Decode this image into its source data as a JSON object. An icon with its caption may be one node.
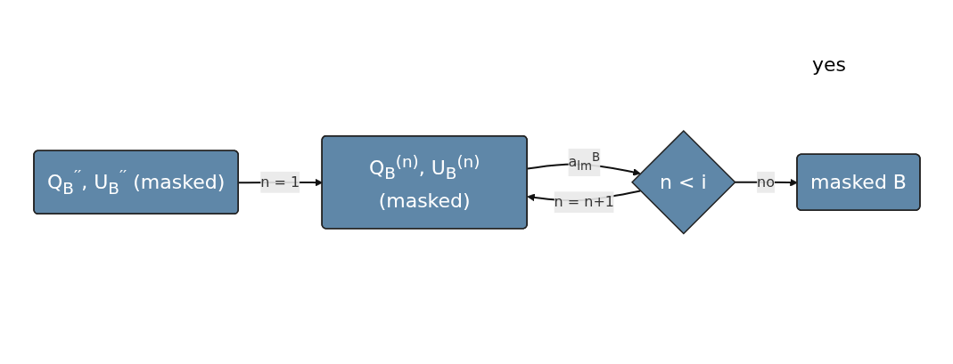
{
  "diagram": {
    "nodes": [
      {
        "text": [
          "Q$_{B}$$^{′′}$, U$_{B}$$^{′′}$ (masked)"
        ]
      },
      {
        "text": [
          "Q$_{B}$$^{(n)}$, U$_{B}$$^{(n)}$(masked)"
        ]
      },
      {
        "text": [
          "n < i"
        ]
      },
      {
        "text": [
          "masked B"
        ]
      }
    ],
    "edges": [
      {
        "from": 0,
        "to": 1,
        "arrow": "to",
        "label": "n = 1"
      },
      {
        "from": 1,
        "to": 2,
        "arrow": "to",
        "label": "a$_{lm}$$^{B}$"
      },
      {
        "from": 2,
        "to": 1,
        "arrow": "to",
        "label": "n = n+1"
      },
      {
        "from": 2,
        "to": 3,
        "arrow": "to",
        "label": "no"
      }
    ],
    "labels": [
      "yes"
    ]
  }
}
